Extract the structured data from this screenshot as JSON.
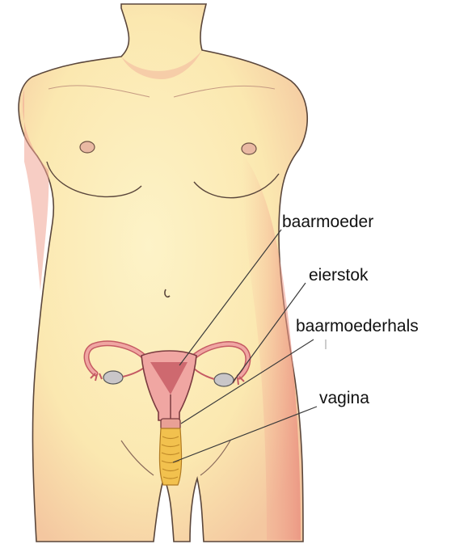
{
  "labels": {
    "uterus": "baarmoeder",
    "ovary": "eierstok",
    "cervix": "baarmoederhals",
    "vagina": "vagina"
  },
  "colors": {
    "skin": "#fbe9b4",
    "skin_shadow": "#ef9a8c",
    "outline": "#4a3b33",
    "organ_pink": "#f0a6a2",
    "organ_dark": "#c55a63",
    "ovary_grey": "#c9c6c8",
    "vagina_yellow": "#f2c14e",
    "pointer_line": "#3a3a3a"
  }
}
